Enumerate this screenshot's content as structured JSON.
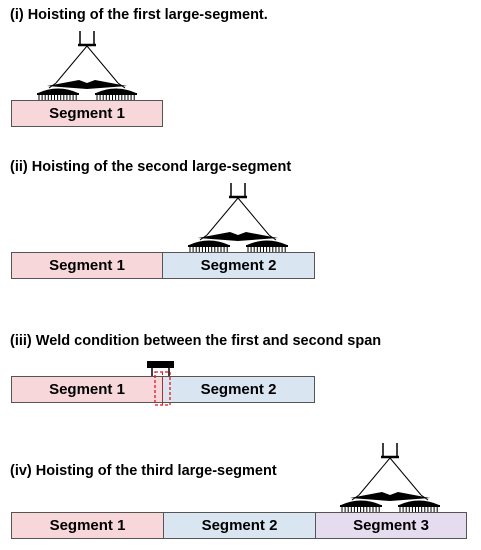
{
  "steps": [
    {
      "title": "(i) Hoisting of the first large-segment.",
      "segments": [
        "Segment 1"
      ]
    },
    {
      "title": "(ii) Hoisting of the second large-segment",
      "segments": [
        "Segment 1",
        "Segment 2"
      ]
    },
    {
      "title": "(iii) Weld condition between the first and second span",
      "segments": [
        "Segment 1",
        "Segment 2"
      ]
    },
    {
      "title": "(iv) Hoisting of the third large-segment",
      "segments": [
        "Segment 1",
        "Segment 2",
        "Segment 3"
      ]
    }
  ],
  "colors": {
    "segment_1": "#f8d7db",
    "segment_2": "#d9e6f2",
    "segment_3": "#e5dcef",
    "outline": "#555555",
    "rig": "#000000",
    "weld_marker": "#e0161a"
  },
  "icons": [
    "hoisting-spreader-icon",
    "weld-clamp-icon"
  ]
}
